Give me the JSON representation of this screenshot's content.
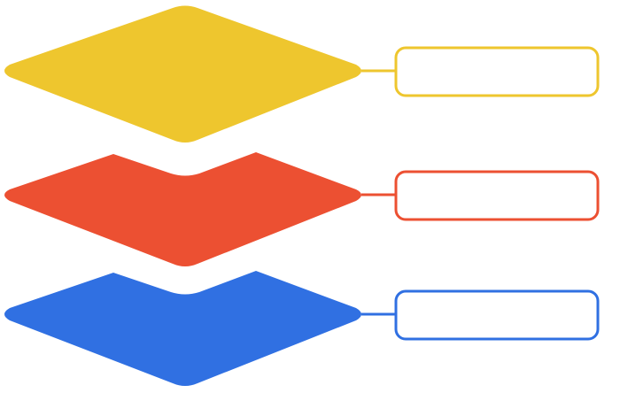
{
  "layers": [
    {
      "id": "top",
      "color": "#EEC62E",
      "label": ""
    },
    {
      "id": "middle",
      "color": "#EC5032",
      "label": ""
    },
    {
      "id": "bottom",
      "color": "#3070E2",
      "label": ""
    }
  ],
  "background": "#FFFFFF"
}
